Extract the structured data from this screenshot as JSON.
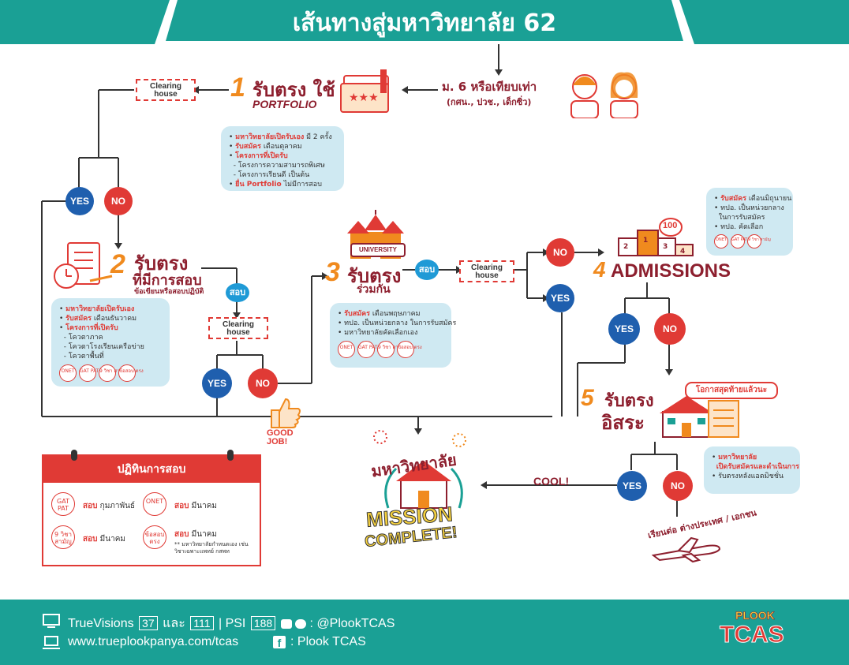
{
  "title": "เส้นทางสู่มหาวิทยาลัย 62",
  "start": {
    "line1": "ม. 6 หรือเทียบเท่า",
    "line2": "(กศน., ปวช., เด็กซิ่ว)"
  },
  "clearing_label": "Clearing house",
  "yes_label": "YES",
  "no_label": "NO",
  "sob_label": "สอบ",
  "step1": {
    "num": "1",
    "title": "รับตรง ใช้",
    "subtitle": "PORTFOLIO",
    "info": [
      {
        "red": "มหาวิทยาลัยเปิดรับเอง",
        "text": " มี 2 ครั้ง"
      },
      {
        "red": "รับสมัคร",
        "text": " เดือนตุลาคม"
      },
      {
        "red": "โครงการที่เปิดรับ",
        "text": ""
      },
      {
        "red": "",
        "text": "- โครงการความสามารถพิเศษ"
      },
      {
        "red": "",
        "text": "- โครงการเรียนดี เป็นต้น"
      },
      {
        "red": "ยื่น Portfolio",
        "text": " ไม่มีการสอบ"
      }
    ]
  },
  "step2": {
    "num": "2",
    "title": "รับตรง",
    "title2": "ที่มีการสอบ",
    "subtitle": "ข้อเขียนหรือสอบปฏิบัติ",
    "info": [
      {
        "red": "มหาวิทยาลัยเปิดรับเอง",
        "text": ""
      },
      {
        "red": "รับสมัคร",
        "text": " เดือนธันวาคม"
      },
      {
        "red": "โครงการที่เปิดรับ",
        "text": ""
      },
      {
        "red": "",
        "text": "- โควตาภาค"
      },
      {
        "red": "",
        "text": "- โควตาโรงเรียนเครือข่าย"
      },
      {
        "red": "",
        "text": "- โควตาพื้นที่"
      }
    ],
    "chips": [
      "ONET",
      "GAT PAT",
      "9 วิชา สามัญ",
      "ข้อสอบ ตรง"
    ]
  },
  "step3": {
    "num": "3",
    "title": "รับตรง",
    "title2": "ร่วมกัน",
    "building": "UNIVERSITY",
    "info": [
      {
        "red": "รับสมัคร",
        "text": " เดือนพฤษภาคม"
      },
      {
        "red": "",
        "text": "ทปอ. เป็นหน่วยกลาง ในการรับสมัคร"
      },
      {
        "red": "",
        "text": "มหาวิทยาลัยคัดเลือกเอง"
      }
    ],
    "chips": [
      "ONET",
      "GAT PAT",
      "9 วิชา สามัญ",
      "ข้อสอบ ตรง"
    ]
  },
  "step4": {
    "num": "4",
    "title": "ADMISSIONS",
    "info": [
      {
        "red": "รับสมัคร",
        "text": " เดือนมิถุนายน"
      },
      {
        "red": "",
        "text": "ทปอ. เป็นหน่วยกลาง"
      },
      {
        "red": "",
        "text": "ในการรับสมัคร"
      },
      {
        "red": "",
        "text": "ทปอ. คัดเลือก"
      }
    ],
    "chips": [
      "ONET",
      "GAT PAT",
      "9 วิชา สามัญ"
    ],
    "score": "100",
    "podium": [
      "2",
      "1",
      "3",
      "4"
    ]
  },
  "step5": {
    "num": "5",
    "title": "รับตรง",
    "title2": "อิสระ",
    "badge": "โอกาสสุดท้ายแล้วนะ",
    "info": [
      {
        "red": "มหาวิทยาลัย",
        "text": ""
      },
      {
        "red": "เปิดรับสมัครและดำเนินการ",
        "text": ""
      },
      {
        "red": "",
        "text": "รับตรงหลังแอดมิชชั่น"
      }
    ]
  },
  "good_job": "GOOD JOB!",
  "cool": "COOL!",
  "abroad": "เรียนต่อ ต่างประเทศ / เอกชน",
  "mission": {
    "top": "มหาวิทยาลัย",
    "line1": "MISSION",
    "line2": "COMPLETE!"
  },
  "calendar": {
    "title": "ปฏิทินการสอบ",
    "items": [
      {
        "chip": "GAT PAT",
        "label": "สอบ",
        "month": " กุมภาพันธ์",
        "note": ""
      },
      {
        "chip": "ONET",
        "label": "สอบ",
        "month": " มีนาคม",
        "note": ""
      },
      {
        "chip": "9 วิชา สามัญ",
        "label": "สอบ",
        "month": " มีนาคม",
        "note": ""
      },
      {
        "chip": "ข้อสอบ ตรง",
        "label": "สอบ",
        "month": " มีนาคม",
        "note": "** มหาวิทยาลัยกำหนดเอง เช่น วิชาเฉพาะแพทย์ กสพท"
      }
    ]
  },
  "footer": {
    "tv_label": "TrueVisions",
    "tv_ch1": "37",
    "and": "และ",
    "tv_ch2": "111",
    "psi": "| PSI",
    "psi_ch": "188",
    "social": ": @PlookTCAS",
    "web": "www.trueplookpanya.com/tcas",
    "fb": ": Plook TCAS",
    "logo_top": "PLOOK",
    "logo_bottom": "TCAS"
  },
  "colors": {
    "teal": "#1aa095",
    "red": "#e03a35",
    "blue": "#1f5fae",
    "orange": "#f08a1e",
    "maroon": "#8d1f2e",
    "info_bg": "#cfe9f2"
  }
}
